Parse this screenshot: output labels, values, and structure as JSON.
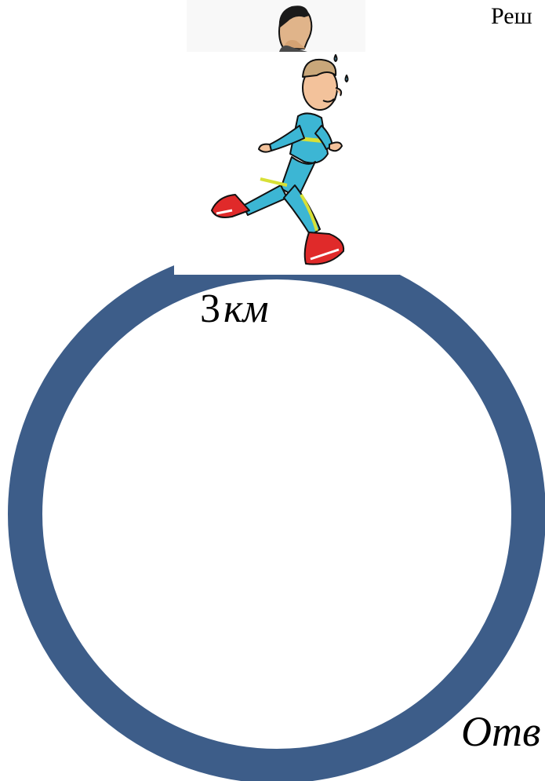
{
  "header": {
    "text": "Реш"
  },
  "track": {
    "length_label_number": "3",
    "length_label_unit": "км",
    "ring_color": "#3d5d89"
  },
  "answer": {
    "label": "Отв"
  },
  "figures": {
    "first": "runner-head-icon",
    "second": "running-man-icon"
  }
}
